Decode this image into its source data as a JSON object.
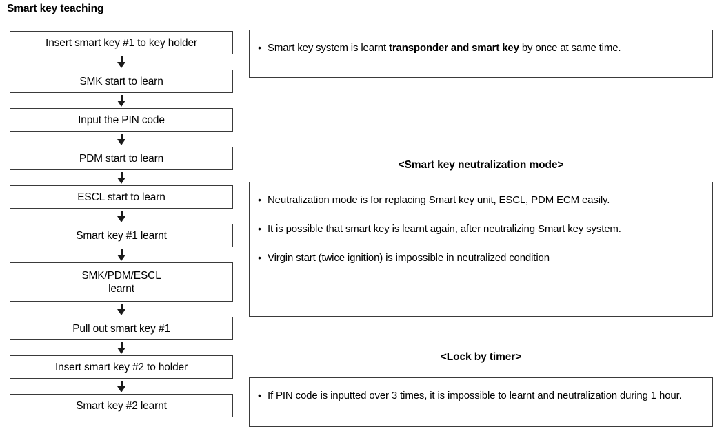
{
  "page": {
    "title": "Smart key teaching"
  },
  "flowchart": {
    "arrow_icon": "down-arrow-icon",
    "steps": [
      {
        "lines": [
          "Insert smart key #1 to key holder"
        ]
      },
      {
        "lines": [
          "SMK start to learn"
        ]
      },
      {
        "lines": [
          "Input the PIN code"
        ]
      },
      {
        "lines": [
          "PDM start to learn"
        ]
      },
      {
        "lines": [
          "ESCL start to learn"
        ]
      },
      {
        "lines": [
          "Smart key #1 learnt"
        ]
      },
      {
        "lines": [
          "SMK/PDM/ESCL",
          "learnt"
        ]
      },
      {
        "lines": [
          "Pull out smart key #1"
        ]
      },
      {
        "lines": [
          "Insert smart key #2 to holder"
        ]
      },
      {
        "lines": [
          "Smart key #2 learnt"
        ]
      }
    ]
  },
  "notes": {
    "panel1": {
      "items": [
        {
          "pre": "Smart key system is learnt ",
          "bold": "transponder and smart key",
          "post": " by once at same  time."
        }
      ]
    },
    "panel2": {
      "heading": "<Smart key neutralization mode>",
      "items": [
        {
          "text": "Neutralization mode is for replacing Smart key unit, ESCL, PDM ECM easily."
        },
        {
          "text": "It is possible that smart key is learnt again, after neutralizing Smart key system."
        },
        {
          "text": "Virgin start (twice ignition) is impossible in neutralized condition"
        }
      ]
    },
    "panel3": {
      "heading": "<Lock by timer>",
      "items": [
        {
          "text": "If PIN code is inputted over 3 times, it is impossible to learnt and neutralization during 1 hour."
        }
      ]
    }
  },
  "colors": {
    "border": "#3a3a3a",
    "text": "#000000",
    "background": "#ffffff"
  }
}
